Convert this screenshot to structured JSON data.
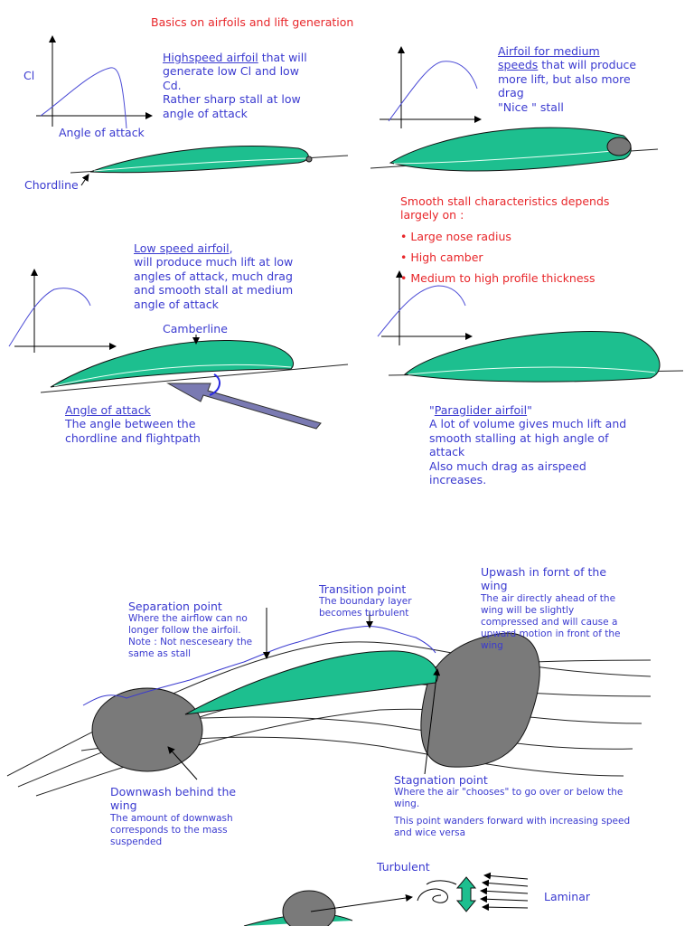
{
  "title": "Basics on airfoils and lift generation",
  "highspeed": {
    "axis_y_label": "Cl",
    "axis_x_label": "Angle of attack",
    "chord_label": "Chordline",
    "name": "Highspeed airfoil",
    "text1": " that will",
    "text2": "generate low Cl and low",
    "text3": "Cd.",
    "text4": "Rather sharp stall at low",
    "text5": "angle of attack"
  },
  "medium": {
    "name1": "Airfoil for medium",
    "name2": "speeds",
    "text1": " that will produce",
    "text2": "more lift, but also more",
    "text3": "drag",
    "text4": "\"Nice \" stall"
  },
  "smooth_stall": {
    "heading1": "Smooth stall characteristics depends",
    "heading2": "largely on :",
    "bullets": [
      "Large nose radius",
      "High camber",
      "Medium to high profile thickness"
    ]
  },
  "lowspeed": {
    "name": "Low speed airfoil",
    "comma": ",",
    "text1": "will produce much lift at low",
    "text2": "angles of attack, much drag",
    "text3": "and smooth stall at medium",
    "text4": "angle of attack",
    "camber_label": "Camberline",
    "aoa_title": "Angle of attack",
    "aoa_text1": "The angle between the",
    "aoa_text2": "chordline and flightpath"
  },
  "paraglider": {
    "quote_open": "\"",
    "name": "Paraglider airfoil",
    "quote_close": "\"",
    "text1": "A lot of volume gives much lift and",
    "text2": "smooth stalling at high angle of",
    "text3": "attack",
    "text4": "Also much drag as airspeed",
    "text5": "increases."
  },
  "flow": {
    "separation_title": "Separation point",
    "separation_text1": "Where the airflow can no",
    "separation_text2": "longer follow the airfoil.",
    "separation_text3": "Note : Not nesceseary the",
    "separation_text4": "same as stall",
    "transition_title": "Transition point",
    "transition_text1": "The boundary layer",
    "transition_text2": "becomes turbulent",
    "upwash_title1": "Upwash in fornt of the",
    "upwash_title2": "wing",
    "upwash_text1": "The air directly ahead of the",
    "upwash_text2": "wing will be slightly",
    "upwash_text3": "compressed and will cause a",
    "upwash_text4": "upward motion in front of the",
    "upwash_text5": "wing",
    "downwash_title1": "Downwash behind the",
    "downwash_title2": "wing",
    "downwash_text1": "The amount of downwash",
    "downwash_text2": "corresponds to the mass",
    "downwash_text3": "suspended",
    "stagnation_title": "Stagnation point",
    "stagnation_text1": "Where the air \"chooses\" to go over or below the",
    "stagnation_text2": "wing.",
    "stagnation_text3": "This point wanders forward with increasing speed",
    "stagnation_text4": "and wice versa"
  },
  "boundary": {
    "turbulent": "Turbulent",
    "laminar": "Laminar"
  },
  "colors": {
    "airfoil_fill": "#1dbf8f",
    "gray_fill": "#7a7a7a",
    "text_blue": "#3a3ad0",
    "text_red": "#e8262a"
  }
}
